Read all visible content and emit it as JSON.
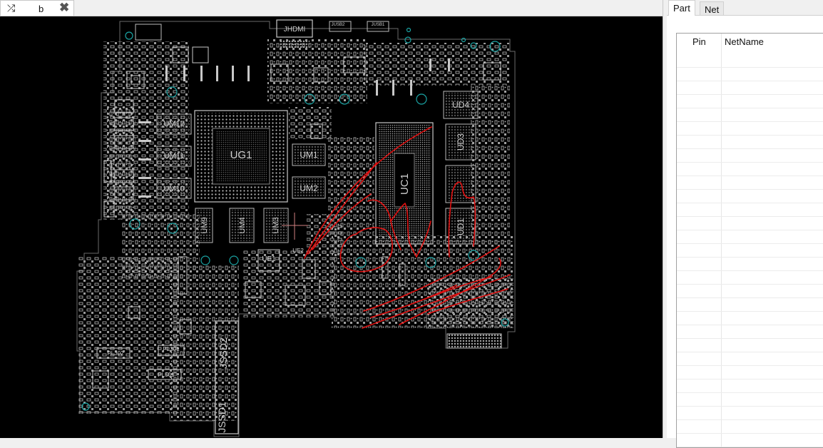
{
  "tabbar": {
    "icon": "shuffle-icon",
    "tab_label": "b",
    "close_glyph": "✖"
  },
  "board": {
    "chips": [
      {
        "label": "JHDMI"
      },
      {
        "label": "UG1"
      },
      {
        "label": "UM12"
      },
      {
        "label": "UM11"
      },
      {
        "label": "UM10"
      },
      {
        "label": "UM1"
      },
      {
        "label": "UM2"
      },
      {
        "label": "UM9"
      },
      {
        "label": "UM4"
      },
      {
        "label": "UM3"
      },
      {
        "label": "UC1"
      },
      {
        "label": "UD4"
      },
      {
        "label": "UD3"
      },
      {
        "label": "UD1"
      },
      {
        "label": "UE1"
      },
      {
        "label": "UE2"
      },
      {
        "label": "JSSD1"
      },
      {
        "label": "JSSD2"
      },
      {
        "label": "PL302"
      },
      {
        "label": "PL301"
      },
      {
        "label": "PL501"
      },
      {
        "label": "JUSB2"
      },
      {
        "label": "JUSB1"
      }
    ],
    "annotation_color": "#e01010",
    "silkscreen_color": "#c8c8c8",
    "hole_color": "#1aa3a3"
  },
  "right_panel": {
    "tabs": [
      {
        "label": "Part",
        "active": true
      },
      {
        "label": "Net",
        "active": false
      }
    ],
    "columns": [
      "Pin",
      "NetName"
    ],
    "rows": []
  }
}
